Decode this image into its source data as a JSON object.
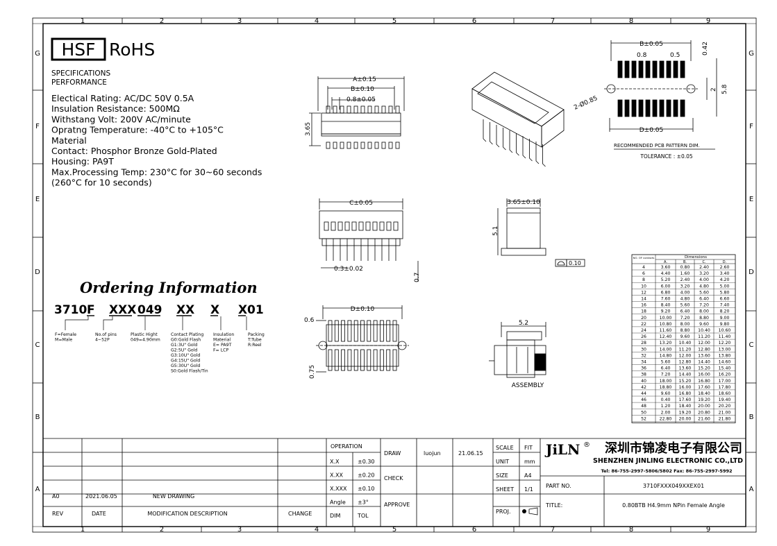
{
  "grid": {
    "cols": [
      "1",
      "2",
      "3",
      "4",
      "5",
      "6",
      "7",
      "8",
      "9"
    ],
    "rows": [
      "G",
      "F",
      "E",
      "D",
      "C",
      "B",
      "A"
    ]
  },
  "header": {
    "hsf": "HSF",
    "rohs": "RoHS"
  },
  "specs": [
    "SPECIFICATIONS",
    "PERFORMANCE",
    "Electical Rating: AC/DC 50V 0.5A",
    "Insulation Resistance:   500MΩ",
    "Withstang Volt: 200V AC/minute",
    "Opratng Temperature: -40°C to +105°C",
    "Material",
    "Contact: Phosphor Bronze Gold-Plated",
    "Housing: PA9T",
    "Max.Processing Temp: 230°C for 30~60 seconds",
    "                      (260°C for 10 seconds)"
  ],
  "ordering": {
    "title": "Ordering Information",
    "code": [
      "3710",
      "F",
      "XXX",
      "049",
      "XX",
      "X",
      "X",
      "01"
    ],
    "notes": [
      [
        "F=Female",
        "M=Male"
      ],
      [
        "No.of pins",
        "4~52P"
      ],
      [
        "Plastic Hight",
        "049=4.90mm"
      ],
      [
        "Contact Plating",
        "G0:Gold Flash",
        "G1:3U\" Gold",
        "G2:5U\" Gold",
        "G3:10U\" Gold",
        "G4:15U\" Gold",
        "G5:30U\" Gold",
        "S0:Gold Flash/Tin"
      ],
      [
        "Insulation",
        "Material",
        "E= PA9T",
        "F= LCP"
      ],
      [
        "Packing",
        "T:Tube",
        "R:Reel"
      ]
    ]
  },
  "dims": {
    "a": "A±0.15",
    "b": "B±0.10",
    "p08": "0.8±0.05",
    "h365": "3.65",
    "c": "C±0.05",
    "p03": "0.3±0.02",
    "d07": "0.7",
    "d": "D±0.10",
    "d06": "0.6",
    "d075": "0.75",
    "w365": "3.65±0.10",
    "h51": "5.1",
    "flat": "0.10",
    "w52": "5.2",
    "assembly": "ASSEMBLY",
    "pb": "B±0.05",
    "p08b": "0.8",
    "p05": "0.5",
    "p042": "0.42",
    "hole": "2-Ø0.85",
    "p2": "2",
    "p58": "5.8",
    "pd": "D±0.05",
    "pcb_title": "RECOMMENDED PCB PATTERN DIM.",
    "tol": "TOLERANCE : ±0.05"
  },
  "dim_table": {
    "h1": "NO. OF contacts",
    "h2": "Dimensions",
    "cols": [
      "A",
      "B",
      "C",
      "D"
    ],
    "rows": [
      [
        "4",
        "3.60",
        "0.80",
        "2.40",
        "2.60"
      ],
      [
        "6",
        "4.40",
        "1.60",
        "3.20",
        "3.40"
      ],
      [
        "8",
        "5.20",
        "2.40",
        "4.00",
        "4.20"
      ],
      [
        "10",
        "6.00",
        "3.20",
        "4.80",
        "5.00"
      ],
      [
        "12",
        "6.80",
        "4.00",
        "5.60",
        "5.80"
      ],
      [
        "14",
        "7.60",
        "4.80",
        "6.40",
        "6.60"
      ],
      [
        "16",
        "8.40",
        "5.60",
        "7.20",
        "7.40"
      ],
      [
        "18",
        "9.20",
        "6.40",
        "8.00",
        "8.20"
      ],
      [
        "20",
        "10.00",
        "7.20",
        "8.80",
        "9.00"
      ],
      [
        "22",
        "10.80",
        "8.00",
        "9.60",
        "9.80"
      ],
      [
        "24",
        "11.60",
        "8.80",
        "10.40",
        "10.60"
      ],
      [
        "26",
        "12.40",
        "9.60",
        "11.20",
        "11.40"
      ],
      [
        "28",
        "13.20",
        "10.40",
        "12.00",
        "12.20"
      ],
      [
        "30",
        "14.00",
        "11.20",
        "12.80",
        "13.00"
      ],
      [
        "32",
        "14.80",
        "12.00",
        "13.60",
        "13.80"
      ],
      [
        "34",
        "5.60",
        "12.80",
        "14.40",
        "14.60"
      ],
      [
        "36",
        "6.40",
        "13.60",
        "15.20",
        "15.40"
      ],
      [
        "38",
        "7.20",
        "14.40",
        "16.00",
        "16.20"
      ],
      [
        "40",
        "18.00",
        "15.20",
        "16.80",
        "17.00"
      ],
      [
        "42",
        "18.80",
        "16.00",
        "17.60",
        "17.80"
      ],
      [
        "44",
        "9.60",
        "16.80",
        "18.40",
        "18.60"
      ],
      [
        "46",
        "0.40",
        "17.60",
        "19.20",
        "19.40"
      ],
      [
        "48",
        "1.20",
        "18.40",
        "20.00",
        "20.20"
      ],
      [
        "50",
        "2.00",
        "19.20",
        "20.80",
        "21.00"
      ],
      [
        "52",
        "22.80",
        "20.00",
        "21.60",
        "21.80"
      ]
    ]
  },
  "title_block": {
    "operation": "OPERATION",
    "tol_rows": [
      [
        "X.X",
        "±0.30"
      ],
      [
        "X.XX",
        "±0.20"
      ],
      [
        "X.XXX",
        "±0.10"
      ],
      [
        "Angle",
        "±3°"
      ],
      [
        "DIM",
        "TOL"
      ]
    ],
    "draw": "DRAW",
    "drawer": "luojun",
    "draw_date": "21.06.15",
    "check": "CHECK",
    "approve": "APPROVE",
    "scale": "SCALE",
    "scale_v": "FIT",
    "unit": "UNIT",
    "unit_v": "mm",
    "size": "SIZE",
    "size_v": "A4",
    "sheet": "SHEET",
    "sheet_v": "1/1",
    "proj": "PROJ.",
    "logo": "JiLN",
    "logo_mark": "®",
    "company_cn": "深圳市锦凌电子有限公司",
    "company_en": "SHENZHEN JINLING ELECTRONIC CO.,LTD",
    "tel": "Tel: 86-755-2997-5806/5802   Fax: 86-755-2997-5992",
    "part_no": "PART NO.",
    "part_no_v": "3710FXXX049XXEX01",
    "title": "TITLE:",
    "title_v": "0.80BTB H4.9mm NPin Female Angle",
    "rev_row": [
      "A0",
      "2021.06.05",
      "NEW DRAWING"
    ],
    "rev_head": [
      "REV",
      "DATE",
      "MODIFICATION DESCRIPTION",
      "CHANGE"
    ]
  }
}
